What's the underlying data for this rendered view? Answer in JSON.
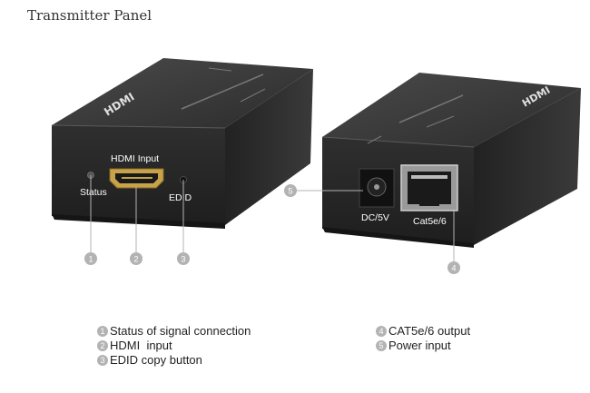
{
  "title": "Transmitter Panel",
  "device_left": {
    "brand": "HDMI",
    "port_label": "HDMI Input",
    "status_label": "Status",
    "edid_label": "EDID"
  },
  "device_right": {
    "brand": "HDMI",
    "power_label": "DC/5V",
    "lan_label": "Cat5e/6"
  },
  "callouts": [
    "1",
    "2",
    "3",
    "4",
    "5"
  ],
  "legend": {
    "left": [
      {
        "num": "1",
        "text": "Status of signal connection"
      },
      {
        "num": "2",
        "text": "HDMI  input"
      },
      {
        "num": "3",
        "text": "EDID copy button"
      }
    ],
    "right": [
      {
        "num": "4",
        "text": "CAT5e/6 output"
      },
      {
        "num": "5",
        "text": "Power input"
      }
    ]
  },
  "colors": {
    "device_body": "#2b2b2b",
    "device_top": "#3a3a3a",
    "callout": "#b3b3b3",
    "hdmi_gold": "#c8a24a"
  }
}
